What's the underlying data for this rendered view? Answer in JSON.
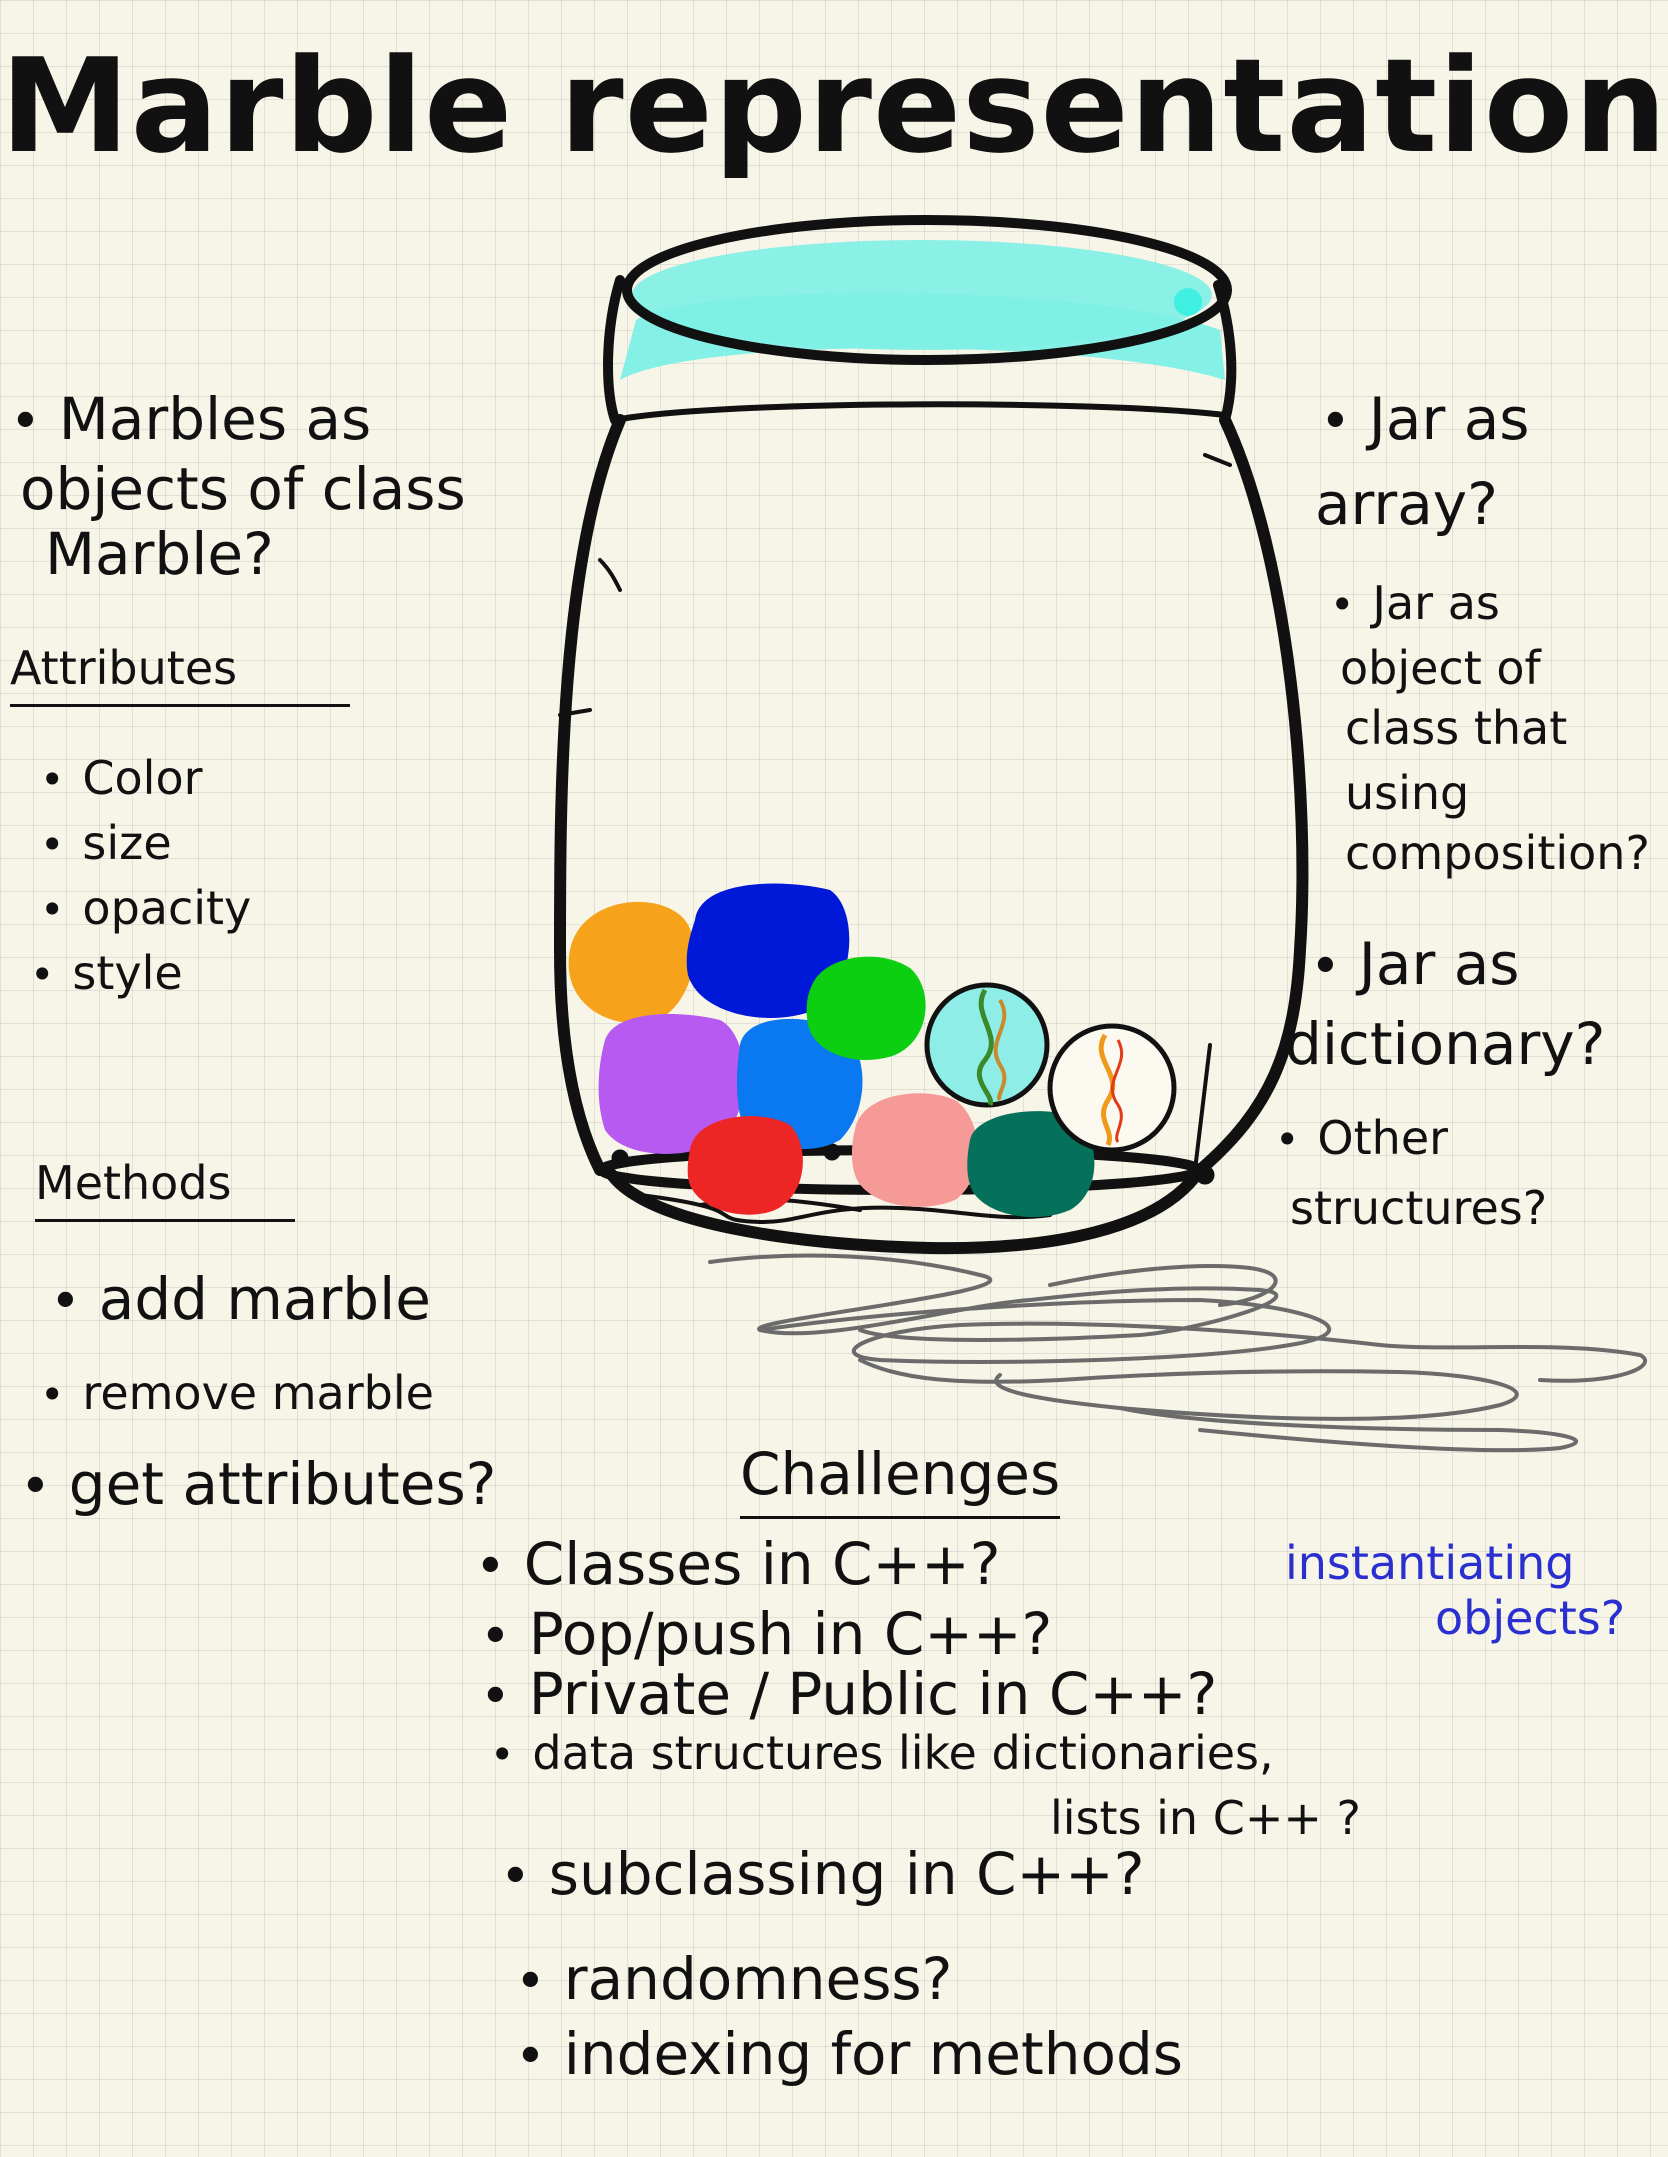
{
  "title": "Marble representation",
  "left": {
    "intro": [
      "Marbles as",
      "objects of class",
      "Marble?"
    ],
    "attributes_heading": "Attributes",
    "attributes": [
      "Color",
      "size",
      "opacity",
      "style"
    ],
    "methods_heading": "Methods",
    "methods": [
      "add marble",
      "remove marble",
      "get attributes?"
    ]
  },
  "right": {
    "items": [
      [
        "Jar as",
        "array?"
      ],
      [
        "Jar as",
        "object of",
        "class that",
        "using",
        "composition?"
      ],
      [
        "Jar as",
        "dictionary?"
      ],
      [
        "Other",
        "structures?"
      ]
    ]
  },
  "challenges": {
    "heading": "Challenges",
    "items": [
      "Classes in C++?",
      "Pop/push in C++?",
      "Private / Public in C++?",
      "data structures like dictionaries,",
      "lists in C++ ?",
      "subclassing in C++?",
      "randomness?",
      "indexing for methods"
    ],
    "note": [
      "instantiating",
      "objects?"
    ]
  },
  "colors": {
    "lid_highlight": "#7ef0e6",
    "marble_orange": "#f6a21a",
    "marble_blue": "#0018d8",
    "marble_green": "#0ccf12",
    "marble_purple": "#b65af2",
    "marble_lightblue": "#0a78f0",
    "marble_red": "#ee2525",
    "marble_pink": "#f69a98",
    "marble_darkgreen": "#06715a",
    "marble_glass_teal": "#8fede8"
  }
}
